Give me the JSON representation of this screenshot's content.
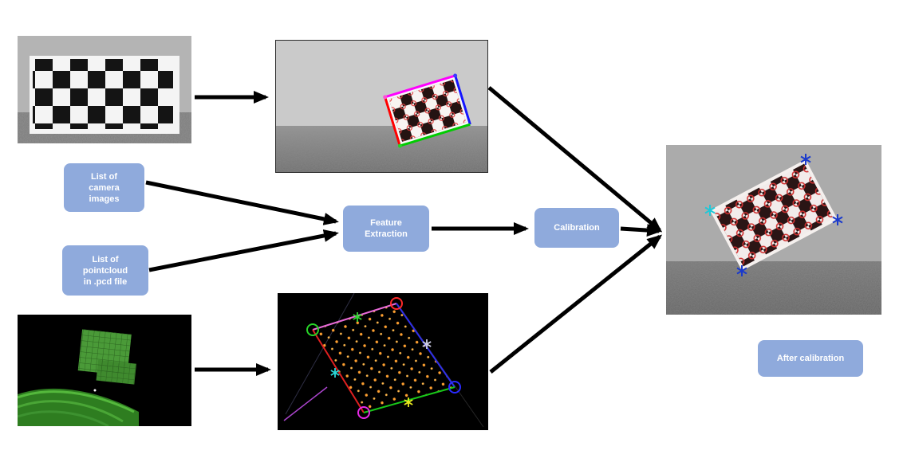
{
  "diagram": {
    "nodes": {
      "camera_list": {
        "lines": [
          "List of",
          "camera",
          "images"
        ]
      },
      "pointcloud_list": {
        "lines": [
          "List of",
          "pointcloud",
          "in .pcd file"
        ]
      },
      "feature_extraction": {
        "lines": [
          "Feature",
          "Extraction"
        ]
      },
      "calibration": {
        "lines": [
          "Calibration"
        ]
      },
      "after_calibration": {
        "lines": [
          "After calibration"
        ]
      }
    },
    "colors": {
      "box_fill": "#8faadc",
      "box_text": "#ffffff",
      "arrow": "#000000",
      "canvas_bg": "#ffffff"
    }
  }
}
